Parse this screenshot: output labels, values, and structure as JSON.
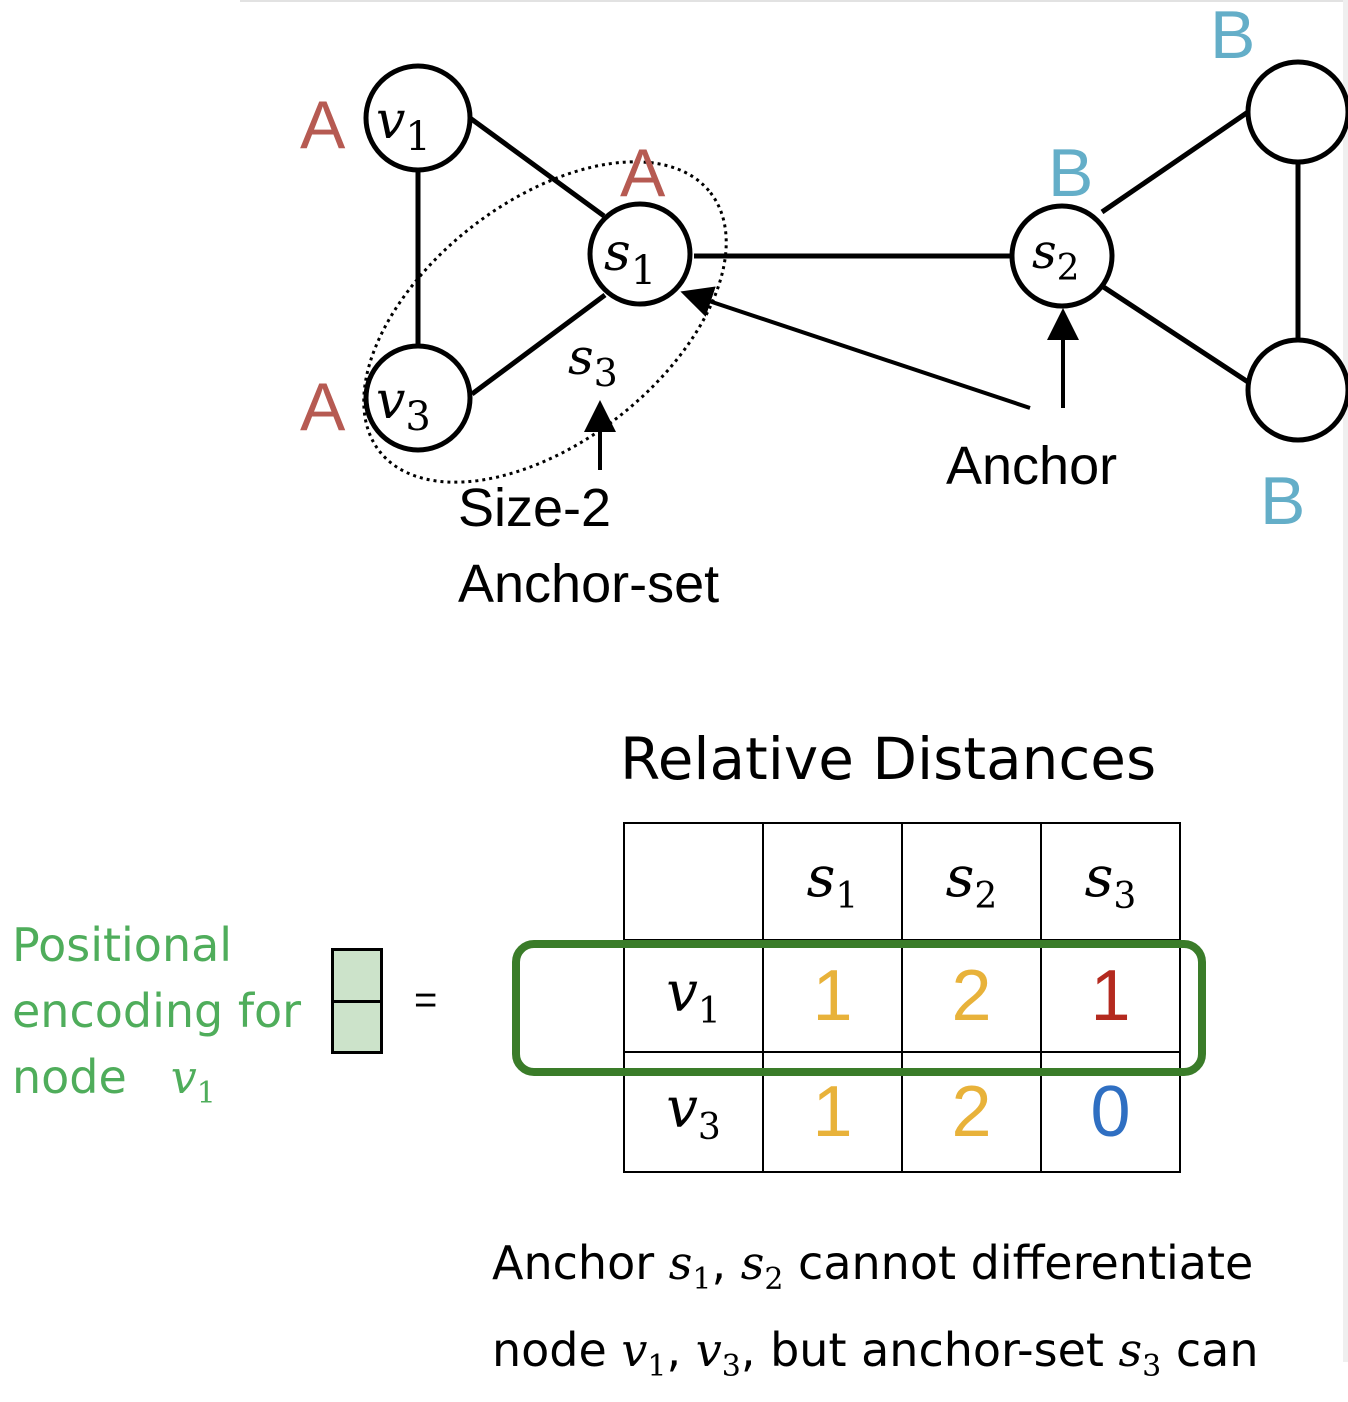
{
  "colors": {
    "group_a": "#b65a52",
    "group_b": "#64aec8",
    "positional_label": "#4fad5b",
    "highlight_box": "#3a7c29",
    "vector_fill": "#cce3ca",
    "value_orange": "#e8b23a",
    "value_red": "#b42a1f",
    "value_blue": "#2f6fc2"
  },
  "graph": {
    "nodes": [
      {
        "id": "v1",
        "label": "v",
        "sub": "1",
        "group": "A"
      },
      {
        "id": "v3",
        "label": "v",
        "sub": "3",
        "group": "A"
      },
      {
        "id": "s1",
        "label": "s",
        "sub": "1",
        "group": "A"
      },
      {
        "id": "s2",
        "label": "s",
        "sub": "2",
        "group": "B"
      },
      {
        "id": "b_top",
        "label": "",
        "sub": "",
        "group": "B"
      },
      {
        "id": "b_bottom",
        "label": "",
        "sub": "",
        "group": "B"
      }
    ],
    "edges": [
      [
        "v1",
        "v3"
      ],
      [
        "v1",
        "s1"
      ],
      [
        "v3",
        "s1"
      ],
      [
        "s1",
        "s2"
      ],
      [
        "s2",
        "b_top"
      ],
      [
        "s2",
        "b_bottom"
      ],
      [
        "b_top",
        "b_bottom"
      ]
    ],
    "group_labels": {
      "v1": "A",
      "v3": "A",
      "s1": "A",
      "s2": "B",
      "b_top": "B",
      "b_bottom": "B"
    },
    "anchor_set": {
      "label": "s",
      "sub": "3",
      "members": [
        "v3",
        "s1"
      ]
    },
    "annotations": {
      "size2_line1": "Size-2",
      "size2_line2": "Anchor-set",
      "anchor": "Anchor"
    }
  },
  "positional_encoding": {
    "line1": "Positional",
    "line2": "encoding for",
    "line3": "node",
    "node_var": "v",
    "node_sub": "1",
    "equals": "="
  },
  "table": {
    "title": "Relative Distances",
    "columns": [
      {
        "var": "s",
        "sub": "1"
      },
      {
        "var": "s",
        "sub": "2"
      },
      {
        "var": "s",
        "sub": "3"
      }
    ],
    "rows": [
      {
        "var": "v",
        "sub": "1",
        "values": [
          "1",
          "2",
          "1"
        ],
        "highlighted": true
      },
      {
        "var": "v",
        "sub": "3",
        "values": [
          "1",
          "2",
          "0"
        ],
        "highlighted": false
      }
    ]
  },
  "caption": {
    "p1": "Anchor ",
    "s1": {
      "var": "s",
      "sub": "1"
    },
    "comma1": ", ",
    "s2": {
      "var": "s",
      "sub": "2"
    },
    "p2": " cannot differentiate",
    "p3": "node ",
    "v1": {
      "var": "v",
      "sub": "1"
    },
    "comma2": ", ",
    "v3": {
      "var": "v",
      "sub": "3"
    },
    "p4": ", but anchor-set ",
    "s3": {
      "var": "s",
      "sub": "3"
    },
    "p5": " can"
  }
}
